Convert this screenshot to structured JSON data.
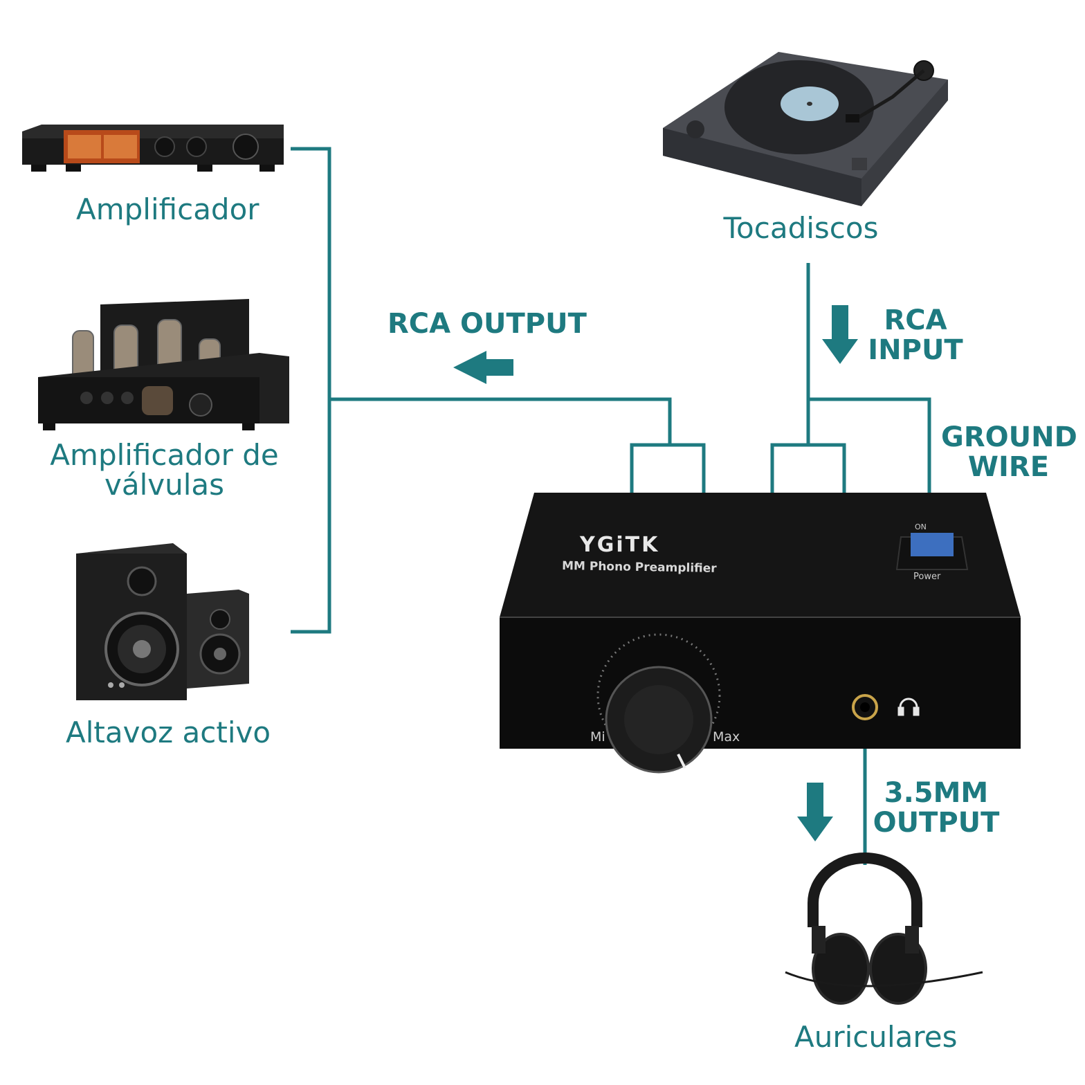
{
  "colors": {
    "accent": "#1e7a80",
    "device": "#1c1c1c",
    "switch": "#3d6fbf"
  },
  "devices": {
    "amplifier": {
      "label": "Amplificador"
    },
    "tube_amplifier": {
      "label_line1": "Amplificador de",
      "label_line2": "válvulas"
    },
    "active_speaker": {
      "label": "Altavoz activo"
    },
    "turntable": {
      "label": "Tocadiscos"
    },
    "headphones": {
      "label": "Auriculares"
    }
  },
  "connections": {
    "rca_output": {
      "label": "RCA OUTPUT",
      "arrow": "arrow-left"
    },
    "rca_input": {
      "line1": "RCA",
      "line2": "INPUT",
      "arrow": "arrow-down"
    },
    "ground_wire": {
      "line1": "GROUND",
      "line2": "WIRE"
    },
    "output_35mm": {
      "line1": "3.5MM",
      "line2": "OUTPUT",
      "arrow": "arrow-down"
    }
  },
  "preamp": {
    "brand": "YGiTK",
    "model": "MM Phono Preamplifier",
    "switch_on": "ON",
    "switch_power": "Power",
    "knob_min": "Mi",
    "knob_max": "Max",
    "headphone_icon": "headphones-icon"
  }
}
